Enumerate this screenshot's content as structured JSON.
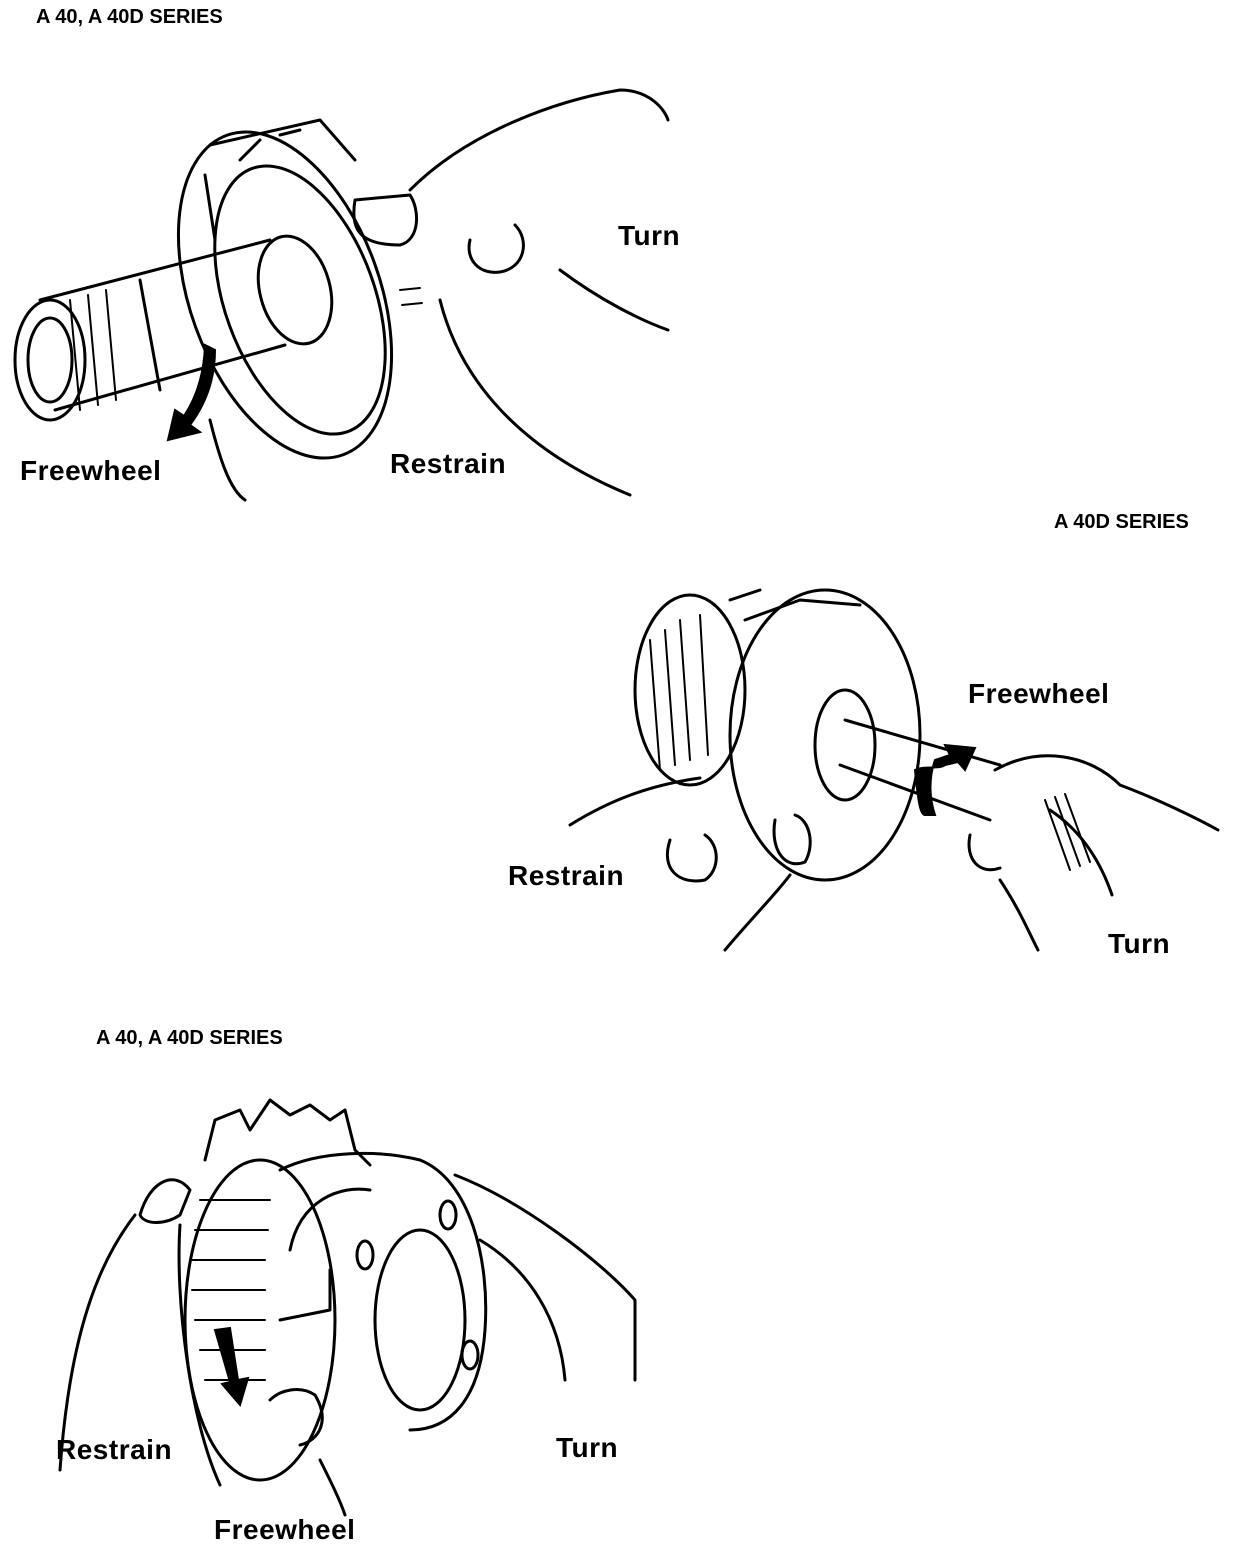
{
  "figure_1": {
    "series_label": "A 40, A 40D SERIES",
    "callouts": {
      "turn": "Turn",
      "restrain": "Restrain",
      "freewheel": "Freewheel"
    }
  },
  "figure_2": {
    "series_label": "A 40D   SERIES",
    "callouts": {
      "freewheel": "Freewheel",
      "restrain": "Restrain",
      "turn": "Turn"
    }
  },
  "figure_3": {
    "series_label": "A 40, A 40D SERIES",
    "callouts": {
      "restrain": "Restrain",
      "turn": "Turn",
      "freewheel": "Freewheel"
    }
  },
  "icons": [
    "rotation-arrow-icon",
    "hand-icon",
    "gear-clutch-icon",
    "shaft-icon"
  ]
}
